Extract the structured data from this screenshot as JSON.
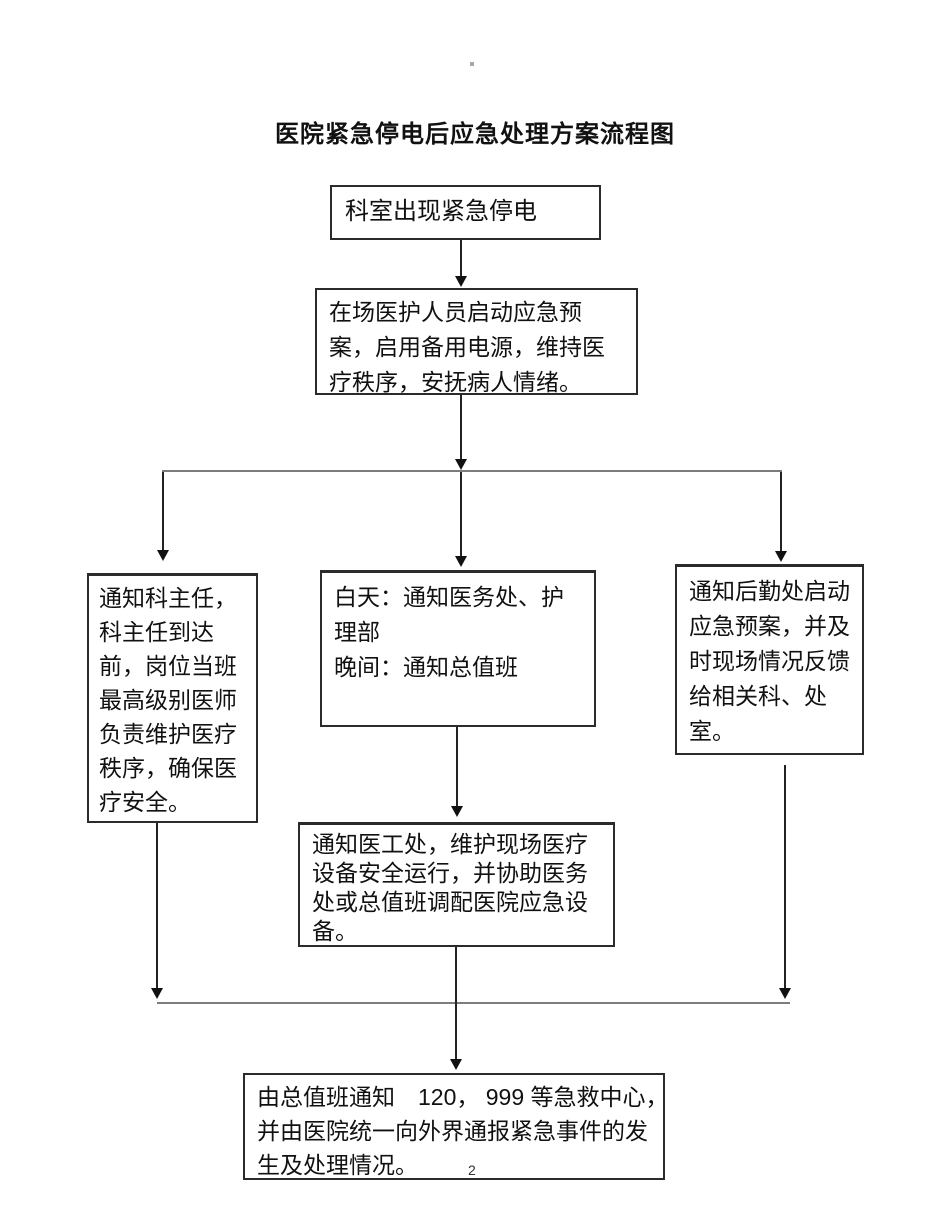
{
  "page": {
    "title": "医院紧急停电后应急处理方案流程图",
    "page_number": "2"
  },
  "flowchart": {
    "start_box": {
      "text": "科室出现紧急停电"
    },
    "onsite_response_box": {
      "lines": [
        "在场医护人员启动应急预",
        "案，启用备用电源，维持医",
        "疗秩序，安抚病人情绪。"
      ]
    },
    "notify_director_box": {
      "lines": [
        "通知科主任，",
        "科主任到达",
        "前，岗位当班",
        "最高级别医师",
        "负责维护医疗",
        "秩序，确保医",
        "疗安全。"
      ]
    },
    "notify_admin_box": {
      "lines": [
        "白天：通知医务处、护",
        "理部",
        "晚间：通知总值班"
      ]
    },
    "notify_logistics_box": {
      "lines": [
        "通知后勤处启动",
        "应急预案，并及",
        "时现场情况反馈",
        "给相关科、处",
        "室。"
      ]
    },
    "notify_equipment_box": {
      "lines": [
        "通知医工处，维护现场医疗",
        "设备安全运行，并协助医务",
        "处或总值班调配医院应急设",
        "备。"
      ]
    },
    "emergency_center_box": {
      "lines": [
        "由总值班通知　120， 999 等急救中心，",
        "并由医院统一向外界通报紧急事件的发",
        "生及处理情况。"
      ]
    }
  },
  "colors": {
    "background": "#ffffff",
    "box_border": "#2b2b2b",
    "arrow_line": "#222222",
    "connector_gray": "#7d7d7d",
    "text": "#111111"
  }
}
